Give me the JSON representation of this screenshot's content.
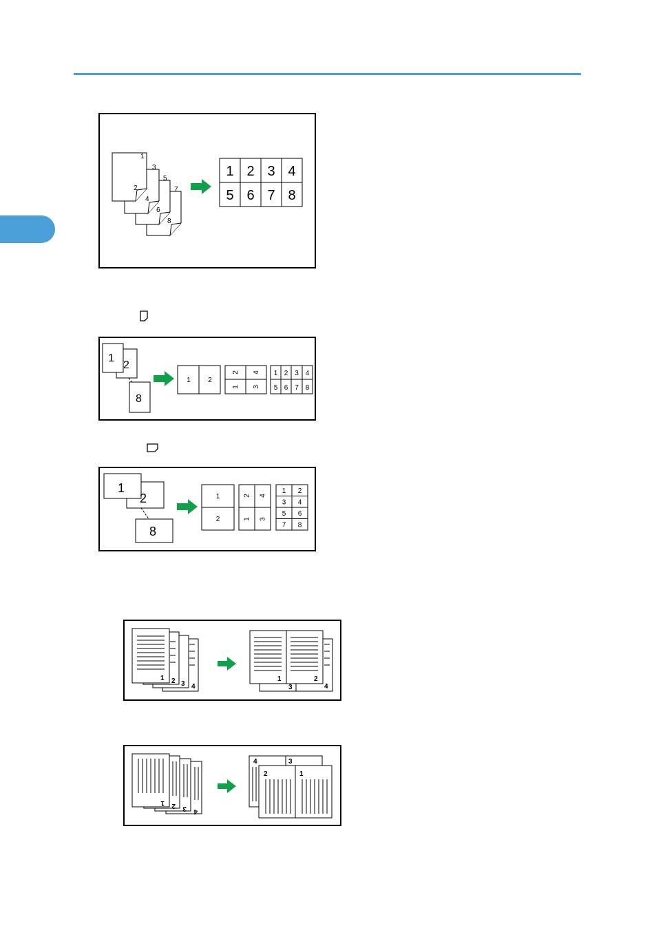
{
  "colors": {
    "accent": "#4a9fd8",
    "arrow": "#0fa14a"
  },
  "section_tab": {
    "icon": "section-tab"
  },
  "figure1": {
    "source_pages": [
      "1",
      "2",
      "3",
      "4",
      "5",
      "6",
      "7",
      "8"
    ],
    "result_pages": [
      "1",
      "2",
      "3",
      "4",
      "5",
      "6",
      "7",
      "8"
    ]
  },
  "portrait_icon": "portrait-orientation-icon",
  "figure2": {
    "stack_pages": [
      "1",
      "2",
      "8"
    ],
    "two_up": [
      "1",
      "2"
    ],
    "four_up": [
      "2",
      "4",
      "1",
      "3"
    ],
    "eight_up": [
      "1",
      "2",
      "3",
      "4",
      "5",
      "6",
      "7",
      "8"
    ]
  },
  "landscape_icon": "landscape-orientation-icon",
  "figure3": {
    "stack_pages": [
      "1",
      "2",
      "8"
    ],
    "two_up": [
      "1",
      "2"
    ],
    "four_up": [
      "2",
      "4",
      "1",
      "3"
    ],
    "eight_up": [
      "1",
      "2",
      "3",
      "4",
      "5",
      "6",
      "7",
      "8"
    ]
  },
  "figure4": {
    "source_pages": [
      "1",
      "2",
      "3",
      "4"
    ],
    "result_pages": [
      "1",
      "2",
      "3",
      "4"
    ]
  },
  "figure5": {
    "source_pages": [
      "1",
      "2",
      "3",
      "4"
    ],
    "result_pages": [
      "4",
      "3",
      "2",
      "1"
    ]
  }
}
